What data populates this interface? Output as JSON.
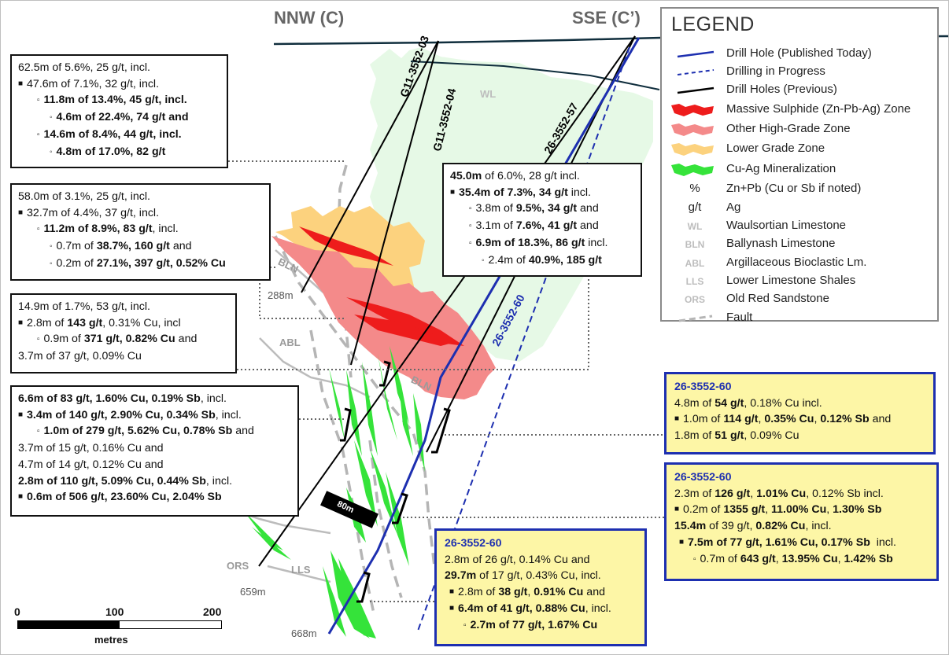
{
  "section_labels": {
    "left_end": "NNW (C)",
    "right_end": "SSE (C’)"
  },
  "holes": {
    "h1": "G11-3552-03",
    "h2": "G11-3552-04",
    "h3": "26-3552-57",
    "h4": "26-3552-60"
  },
  "unit_labels": {
    "wl": "WL",
    "bln1": "BLN",
    "bln2": "BLN",
    "abl": "ABL",
    "ors": "ORS",
    "lls": "LLS"
  },
  "depths": {
    "d288": "288m",
    "d659": "659m",
    "d668": "668m"
  },
  "bar_label": "80m",
  "boxes": {
    "b1": [
      {
        "t": "62.5m of 5.6%, 25 g/t, incl."
      },
      {
        "t": "47.6m of 7.1%, 32 g/t, incl."
      },
      {
        "t": "11.8m of 13.4%, 45 g/t, incl."
      },
      {
        "t": "4.6m of 22.4%, 74 g/t and"
      },
      {
        "t": "14.6m of 8.4%, 44 g/t, incl."
      },
      {
        "t": "4.8m of 17.0%, 82 g/t"
      }
    ],
    "b2": [
      {
        "t": "58.0m of 3.1%, 25 g/t, incl."
      },
      {
        "t": "32.7m of 4.4%, 37 g/t, incl."
      },
      {
        "a": "11.2m of 8.9%, 83 g/t",
        "b": ", incl."
      },
      {
        "a": "0.7m of ",
        "b": "38.7%, 160 g/t",
        "c": " and"
      },
      {
        "a": "0.2m of ",
        "b": "27.1%, 397 g/t, 0.52% Cu"
      }
    ],
    "b3": [
      {
        "t": "14.9m of 1.7%, 53 g/t, incl."
      },
      {
        "a": "2.8m of ",
        "b": "143 g/t",
        "c": ", 0.31% Cu, incl"
      },
      {
        "a": "0.9m of ",
        "b": "371 g/t, 0.82% Cu",
        "c": " and"
      },
      {
        "t": "3.7m of 37 g/t, 0.09% Cu"
      }
    ],
    "b4": [
      {
        "a": "6.6m of 83 g/t, 1.60% Cu, 0.19% Sb",
        "b": ", incl."
      },
      {
        "a": "3.4m of 140 g/t, 2.90% Cu, 0.34% Sb",
        "b": ", incl."
      },
      {
        "a": "1.0m of 279 g/t, 5.62% Cu, 0.78% Sb",
        "b": " and"
      },
      {
        "t": "3.7m of 15 g/t, 0.16% Cu and"
      },
      {
        "t": "4.7m of 14 g/t, 0.12% Cu and"
      },
      {
        "a": "2.8m of 110 g/t, 5.09% Cu, 0.44% Sb",
        "b": ", incl."
      },
      {
        "t": "0.6m of 506 g/t, 23.60% Cu, 2.04% Sb"
      }
    ],
    "b5": [
      {
        "a": "45.0m",
        "b": " of 6.0%, 28 g/t incl."
      },
      {
        "a": "35.4m of 7.3%, 34 g/t",
        "b": " incl."
      },
      {
        "a": "3.8m of ",
        "b": "9.5%, 34 g/t",
        "c": " and"
      },
      {
        "a": "3.1m of ",
        "b": "7.6%, 41 g/t",
        "c": " and"
      },
      {
        "a": "6.9m of 18.3%, 86 g/t",
        "b": " incl."
      },
      {
        "a": "2.4m of ",
        "b": "40.9%, 185 g/t"
      }
    ],
    "y1": {
      "hole": "26-3552-60",
      "lines": [
        {
          "a": "4.8m of ",
          "b": "54 g/t",
          "c": ", 0.18% Cu incl."
        },
        {
          "a": "1.0m of ",
          "b": "114 g/t",
          "c": ", ",
          "d": "0.35% Cu",
          "e": ", ",
          "f": "0.12% Sb",
          "g": " and"
        },
        {
          "a": "1.8m of ",
          "b": "51 g/t",
          "c": ", 0.09% Cu"
        }
      ]
    },
    "y2": {
      "hole": "26-3552-60",
      "lines": [
        {
          "a": "2.3m of ",
          "b": "126 g/t",
          "c": ", ",
          "d": "1.01% Cu",
          "e": ", 0.12% Sb incl."
        },
        {
          "a": "0.2m of ",
          "b": "1355 g/t",
          "c": ", ",
          "d": "11.00% Cu",
          "e": ", ",
          "f": "1.30% Sb"
        },
        {
          "a": "15.4m",
          "b": " of 39 g/t, ",
          "c": "0.82% Cu",
          "d": ", incl."
        },
        {
          "a": "7.5m of 77 g/t, 1.61% Cu, 0.17% Sb",
          "b": "  incl."
        },
        {
          "a": "0.7m of ",
          "b": "643 g/t",
          "c": ", ",
          "d": "13.95% Cu",
          "e": ", ",
          "f": "1.42% Sb"
        }
      ]
    },
    "y3": {
      "hole": "26-3552-60",
      "lines": [
        {
          "t": "2.8m of 26 g/t, 0.14% Cu and"
        },
        {
          "a": "29.7m",
          "b": " of 17 g/t, 0.43% Cu, incl."
        },
        {
          "a": "2.8m of ",
          "b": "38 g/t",
          "c": ", ",
          "d": "0.91% Cu",
          "e": " and"
        },
        {
          "a": "6.4m of 41 g/t, 0.88% Cu",
          "b": ", incl."
        },
        {
          "a": "2.7m of 77 g/t, 1.67% Cu"
        }
      ]
    }
  },
  "legend": {
    "title": "LEGEND",
    "items": [
      {
        "label": "Drill Hole (Published Today)"
      },
      {
        "label": "Drilling in Progress"
      },
      {
        "label": "Drill Holes (Previous)"
      },
      {
        "label": "Massive Sulphide (Zn-Pb-Ag) Zone"
      },
      {
        "label": "Other High-Grade Zone"
      },
      {
        "label": "Lower Grade Zone"
      },
      {
        "label": "Cu-Ag Mineralization"
      },
      {
        "key": "%",
        "label": "Zn+Pb (Cu or Sb if noted)"
      },
      {
        "key": "g/t",
        "label": "Ag"
      },
      {
        "key": "WL",
        "label": "Waulsortian Limestone"
      },
      {
        "key": "BLN",
        "label": "Ballynash Limestone"
      },
      {
        "key": "ABL",
        "label": "Argillaceous Bioclastic Lm."
      },
      {
        "key": "LLS",
        "label": "Lower Limestone Shales"
      },
      {
        "key": "ORS",
        "label": "Old Red Sandstone"
      },
      {
        "label": "Fault"
      }
    ]
  },
  "colors": {
    "published_hole": "#1d2fb0",
    "previous_hole": "#000000",
    "massive_sulphide": "#ee1c1c",
    "high_grade": "#f48a8a",
    "lower_grade": "#fcd27e",
    "cu_ag": "#35e33a",
    "waulsortian": "#e6f9e6",
    "fault": "#b8b8b8"
  },
  "scale": {
    "ticks": [
      "0",
      "100",
      "200"
    ],
    "unit": "metres"
  }
}
